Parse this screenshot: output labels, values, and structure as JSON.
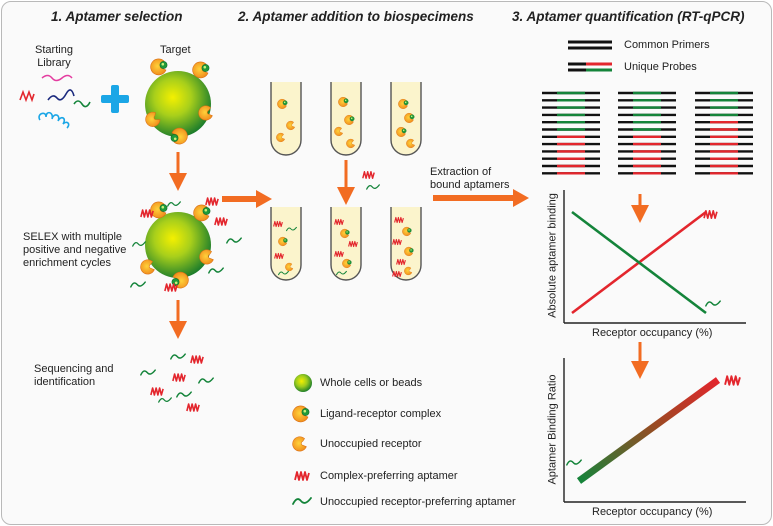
{
  "headings": {
    "s1": "1. Aptamer selection",
    "s2": "2. Aptamer addition to biospecimens",
    "s3": "3. Aptamer quantification (RT-qPCR)"
  },
  "labels": {
    "starting_library": "Starting Library",
    "target": "Target",
    "selex": "SELEX with multiple positive and negative enrichment cycles",
    "sequencing": "Sequencing and identification",
    "extraction": "Extraction of bound aptamers"
  },
  "primers_legend": {
    "common": "Common Primers",
    "unique": "Unique Probes"
  },
  "legend": {
    "cells": "Whole cells or beads",
    "complex": "Ligand-receptor complex",
    "unoccupied": "Unoccupied receptor",
    "complex_aptamer": "Complex-preferring aptamer",
    "unoccupied_aptamer": "Unoccupied receptor-preferring aptamer"
  },
  "chart1": {
    "ylabel": "Absolute aptamer binding",
    "xlabel": "Receptor occupancy (%)"
  },
  "chart2": {
    "ylabel": "Aptamer Binding Ratio",
    "xlabel": "Receptor occupancy (%)"
  },
  "chart_data": [
    {
      "type": "line",
      "xlabel": "Receptor occupancy (%)",
      "ylabel": "Absolute aptamer binding",
      "x": [
        0,
        100
      ],
      "series": [
        {
          "values": [
            0,
            100
          ],
          "color": "#e3262d"
        },
        {
          "values": [
            100,
            0
          ],
          "color": "#14843a"
        }
      ]
    },
    {
      "type": "line",
      "xlabel": "Receptor occupancy (%)",
      "ylabel": "Aptamer Binding Ratio",
      "x": [
        0,
        100
      ],
      "series": [
        {
          "values": [
            0,
            100
          ],
          "color_start": "#14843a",
          "color_end": "#e3262d"
        }
      ]
    }
  ],
  "colors": {
    "arrow": "#f26c22",
    "red": "#e3262d",
    "green": "#14843a",
    "blue_cross": "#1ba6e6",
    "tube_fill": "#fbf4cc"
  }
}
